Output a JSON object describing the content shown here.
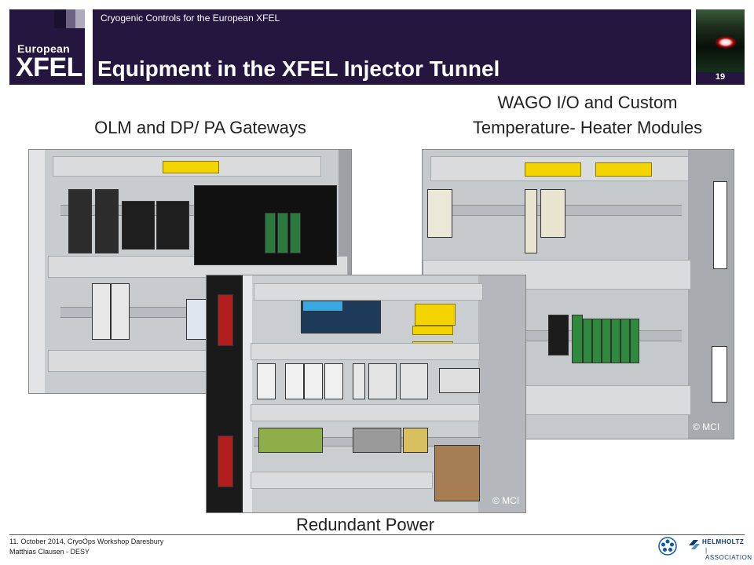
{
  "header": {
    "logo_line1": "European",
    "logo_line2": "XFEL",
    "subtitle": "Cryogenic Controls for the European XFEL",
    "title": "Equipment in the XFEL Injector Tunnel",
    "page_number": "19"
  },
  "captions": {
    "left": "OLM and DP/ PA Gateways",
    "right_line1": "WAGO I/O and Custom",
    "right_line2": "Temperature- Heater Modules",
    "bottom": "Redundant Power"
  },
  "photos": {
    "right_copyright": "© MCI",
    "center_copyright": "© MCI"
  },
  "footer": {
    "line1": "11. October 2014, CryoOps Workshop Daresbury",
    "line2": "Matthias Clausen - DESY",
    "helmholtz_line1": "HELMHOLTZ",
    "helmholtz_line2": "| ASSOCIATION"
  },
  "colors": {
    "brand": "#25163f",
    "accent_square_1": "#1a1030",
    "accent_square_2": "#6c6480",
    "accent_square_3": "#b0aac0"
  },
  "icons": [
    "desy-logo-icon",
    "helmholtz-logo-icon"
  ]
}
